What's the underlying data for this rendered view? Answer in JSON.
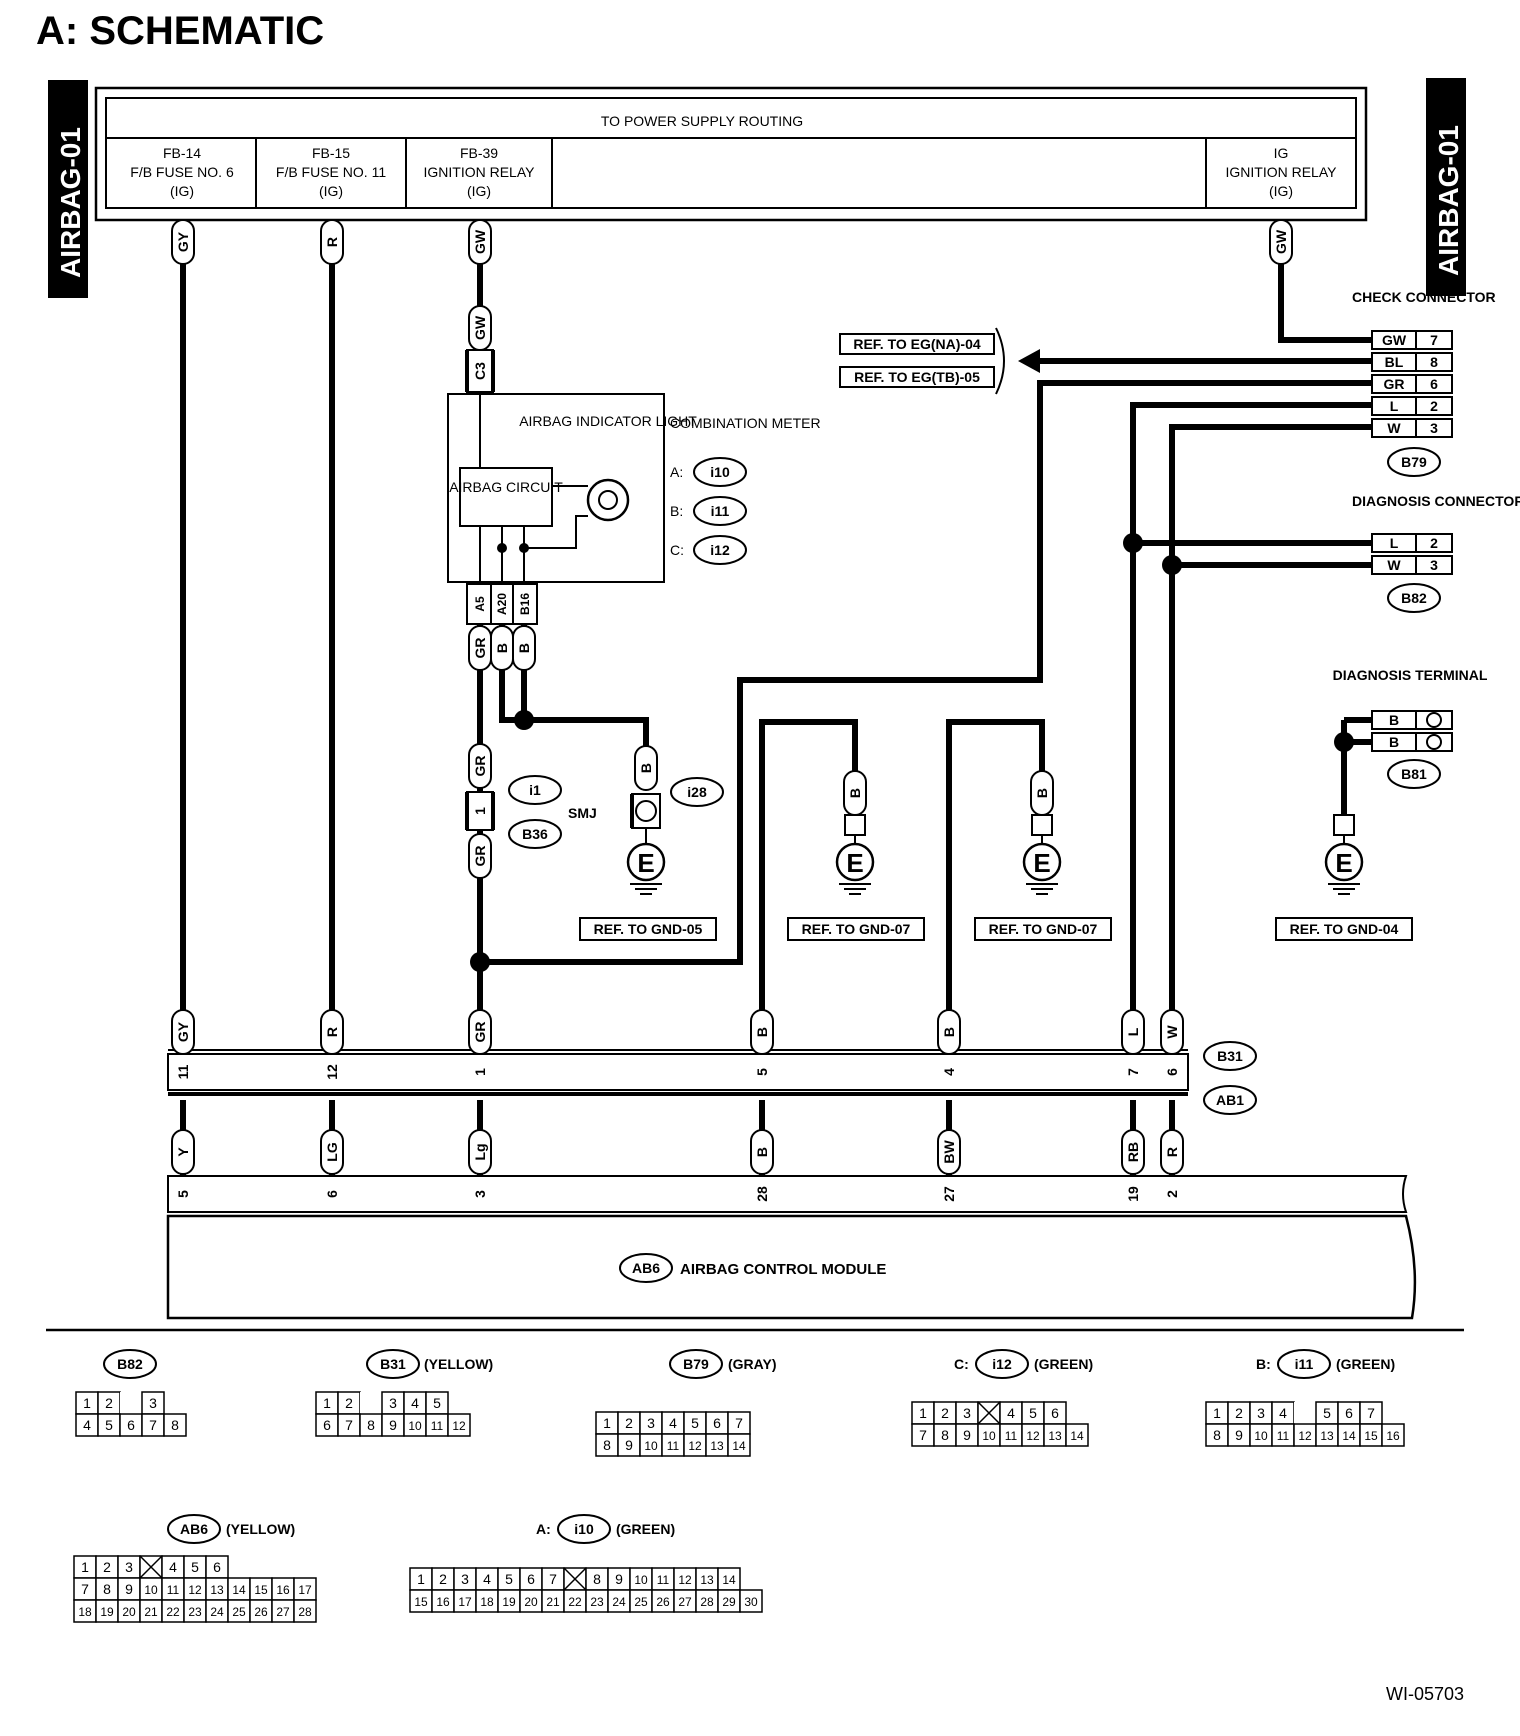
{
  "title": "A:  SCHEMATIC",
  "side_tab": "AIRBAG-01",
  "figure_id": "WI-05703",
  "power_supply": {
    "header": "TO POWER SUPPLY ROUTING",
    "fuses": [
      {
        "code": "FB-14",
        "name": "F/B FUSE NO. 6",
        "mode": "(IG)"
      },
      {
        "code": "FB-15",
        "name": "F/B FUSE NO. 11",
        "mode": "(IG)"
      },
      {
        "code": "FB-39",
        "name": "IGNITION RELAY",
        "mode": "(IG)"
      },
      {
        "code": "IG",
        "name": "IGNITION RELAY",
        "mode": "(IG)"
      }
    ]
  },
  "wire_colors": {
    "top": [
      "GY",
      "R",
      "GW",
      "GW"
    ],
    "c3_wire": "GW",
    "c3": "C3",
    "meter_pins": [
      "A5",
      "A20",
      "B16"
    ],
    "meter_wires": [
      "GR",
      "B",
      "B"
    ],
    "i28_wire": "B",
    "smj_top": "GR",
    "smj_bottom": "GR",
    "smj_pin": "1",
    "gnd07_wire": "B",
    "gnd04_wire": "B"
  },
  "combination_meter": {
    "label": "COMBINATION METER",
    "light_label": "AIRBAG INDICATOR LIGHT",
    "circuit_label": "AIRBAG CIRCUIT",
    "connectors": [
      {
        "prefix": "A:",
        "id": "i10"
      },
      {
        "prefix": "B:",
        "id": "i11"
      },
      {
        "prefix": "C:",
        "id": "i12"
      }
    ]
  },
  "smj": {
    "label": "SMJ",
    "ids": [
      "i1",
      "B36"
    ]
  },
  "i28_label": "i28",
  "refs": {
    "eg_na": "REF. TO EG(NA)-04",
    "eg_tb": "REF. TO EG(TB)-05",
    "gnd05": "REF. TO GND-05",
    "gnd07a": "REF. TO GND-07",
    "gnd07b": "REF. TO GND-07",
    "gnd04": "REF. TO GND-04"
  },
  "ground_symbol": "E",
  "check_connector": {
    "label": "CHECK CONNECTOR",
    "id": "B79",
    "pins": [
      {
        "color": "GW",
        "pin": "7"
      },
      {
        "color": "BL",
        "pin": "8"
      },
      {
        "color": "GR",
        "pin": "6"
      },
      {
        "color": "L",
        "pin": "2"
      },
      {
        "color": "W",
        "pin": "3"
      }
    ]
  },
  "diagnosis_connector": {
    "label": "DIAGNOSIS CONNECTOR",
    "id": "B82",
    "pins": [
      {
        "color": "L",
        "pin": "2"
      },
      {
        "color": "W",
        "pin": "3"
      }
    ]
  },
  "diagnosis_terminal": {
    "label": "DIAGNOSIS TERMINAL",
    "id": "B81",
    "pins": [
      "B",
      "B"
    ]
  },
  "b31_ab1": {
    "ids": [
      "B31",
      "AB1"
    ],
    "upper_colors": [
      "GY",
      "R",
      "GR",
      "B",
      "B",
      "L",
      "W"
    ],
    "pins": [
      "11",
      "12",
      "1",
      "5",
      "4",
      "7",
      "6"
    ],
    "lower_colors": [
      "Y",
      "LG",
      "Lg",
      "B",
      "BW",
      "RB",
      "R"
    ]
  },
  "module": {
    "id": "AB6",
    "label": "AIRBAG CONTROL MODULE",
    "pins": [
      "5",
      "6",
      "3",
      "28",
      "27",
      "19",
      "2"
    ]
  },
  "connector_views": {
    "b82": {
      "id": "B82",
      "color": "",
      "rows": [
        [
          "1",
          "2",
          "",
          "3"
        ],
        [
          "4",
          "5",
          "6",
          "7",
          "8"
        ]
      ]
    },
    "b31": {
      "id": "B31",
      "color": "(YELLOW)",
      "rows": [
        [
          "1",
          "2",
          "",
          "3",
          "4",
          "5"
        ],
        [
          "6",
          "7",
          "8",
          "9",
          "10",
          "11",
          "12"
        ]
      ]
    },
    "b79": {
      "id": "B79",
      "color": "(GRAY)",
      "rows": [
        [
          "1",
          "2",
          "3",
          "4",
          "5",
          "6",
          "7"
        ],
        [
          "8",
          "9",
          "10",
          "11",
          "12",
          "13",
          "14"
        ]
      ]
    },
    "i12": {
      "id": "i12",
      "prefix": "C:",
      "color": "(GREEN)",
      "rows": [
        [
          "1",
          "2",
          "3",
          "X",
          "4",
          "5",
          "6"
        ],
        [
          "7",
          "8",
          "9",
          "10",
          "11",
          "12",
          "13",
          "14"
        ]
      ]
    },
    "i11": {
      "id": "i11",
      "prefix": "B:",
      "color": "(GREEN)",
      "rows": [
        [
          "1",
          "2",
          "3",
          "4",
          "",
          "5",
          "6",
          "7"
        ],
        [
          "8",
          "9",
          "10",
          "11",
          "12",
          "13",
          "14",
          "15",
          "16"
        ]
      ]
    },
    "ab6": {
      "id": "AB6",
      "color": "(YELLOW)",
      "rows": [
        [
          "1",
          "2",
          "3",
          "X",
          "4",
          "5",
          "6"
        ],
        [
          "7",
          "8",
          "9",
          "10",
          "11",
          "12",
          "13",
          "14",
          "15",
          "16",
          "17"
        ],
        [
          "18",
          "19",
          "20",
          "21",
          "22",
          "23",
          "24",
          "25",
          "26",
          "27",
          "28"
        ]
      ]
    },
    "i10": {
      "id": "i10",
      "prefix": "A:",
      "color": "(GREEN)",
      "rows": [
        [
          "1",
          "2",
          "3",
          "4",
          "5",
          "6",
          "7",
          "X",
          "8",
          "9",
          "10",
          "11",
          "12",
          "13",
          "14"
        ],
        [
          "15",
          "16",
          "17",
          "18",
          "19",
          "20",
          "21",
          "22",
          "23",
          "24",
          "25",
          "26",
          "27",
          "28",
          "29",
          "30"
        ]
      ]
    }
  }
}
